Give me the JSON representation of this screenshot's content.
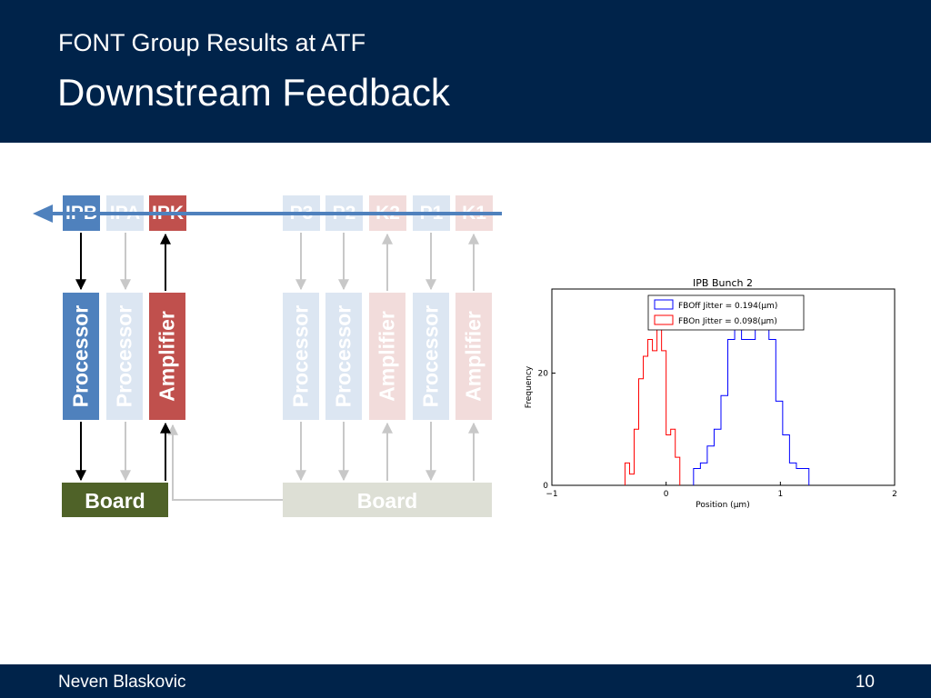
{
  "slide": {
    "supertitle": "FONT Group Results at ATF",
    "title": "Downstream Feedback",
    "author": "Neven Blaskovic",
    "page": "10"
  },
  "diagram": {
    "tags": [
      {
        "label": "IPB",
        "state": "active",
        "color": "#4f81bd"
      },
      {
        "label": "IPA",
        "state": "faded",
        "color": "#dce6f2"
      },
      {
        "label": "IPK",
        "state": "active",
        "color": "#c0504d"
      },
      {
        "label": "P3",
        "state": "faded",
        "color": "#dce6f2"
      },
      {
        "label": "P2",
        "state": "faded",
        "color": "#dce6f2"
      },
      {
        "label": "K2",
        "state": "faded",
        "color": "#f2dcdb"
      },
      {
        "label": "P1",
        "state": "faded",
        "color": "#dce6f2"
      },
      {
        "label": "K1",
        "state": "faded",
        "color": "#f2dcdb"
      }
    ],
    "modules": [
      {
        "label": "Processor",
        "state": "active"
      },
      {
        "label": "Processor",
        "state": "faded"
      },
      {
        "label": "Amplifier",
        "state": "active"
      },
      {
        "label": "Processor",
        "state": "faded"
      },
      {
        "label": "Processor",
        "state": "faded"
      },
      {
        "label": "Amplifier",
        "state": "faded"
      },
      {
        "label": "Processor",
        "state": "faded"
      },
      {
        "label": "Amplifier",
        "state": "faded"
      }
    ],
    "boards": [
      {
        "label": "Board",
        "state": "active",
        "color": "#4f6228"
      },
      {
        "label": "Board",
        "state": "faded",
        "color": "#dddfd5"
      }
    ],
    "beamline_color": "#4f81bd"
  },
  "chart_data": {
    "type": "histogram",
    "title": "IPB Bunch 2",
    "xlabel": "Position (μm)",
    "ylabel": "Frequency",
    "xlim": [
      -1,
      2
    ],
    "ylim": [
      0,
      35
    ],
    "xticks": [
      "−1",
      "0",
      "1",
      "2"
    ],
    "yticks": [
      "0",
      "20"
    ],
    "legend_position": "top-right",
    "series": [
      {
        "name": "FBOff Jitter = 0.194(μm)",
        "color": "#0000ff",
        "bin_edges": [
          0.24,
          0.3,
          0.36,
          0.42,
          0.48,
          0.54,
          0.6,
          0.66,
          0.72,
          0.78,
          0.84,
          0.9,
          0.96,
          1.02,
          1.08,
          1.14,
          1.2,
          1.25
        ],
        "counts": [
          3,
          4,
          7,
          10,
          16,
          26,
          28,
          26,
          26,
          28,
          28,
          26,
          15,
          9,
          4,
          3,
          3
        ]
      },
      {
        "name": "FBOn Jitter = 0.098(μm)",
        "color": "#ff0000",
        "bin_edges": [
          -0.36,
          -0.32,
          -0.28,
          -0.24,
          -0.2,
          -0.16,
          -0.12,
          -0.08,
          -0.04,
          0.0,
          0.04,
          0.08,
          0.12
        ],
        "counts": [
          4,
          2,
          10,
          19,
          23,
          26,
          24,
          28,
          24,
          9,
          10,
          5
        ]
      }
    ]
  }
}
